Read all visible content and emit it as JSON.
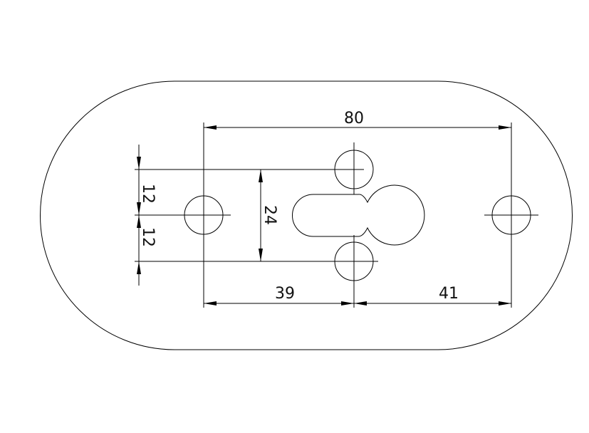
{
  "dimensions": {
    "overall_width": "80",
    "left_to_center": "39",
    "center_to_right": "41",
    "vertical_span": "24",
    "upper_offset": "12",
    "lower_offset": "12"
  }
}
